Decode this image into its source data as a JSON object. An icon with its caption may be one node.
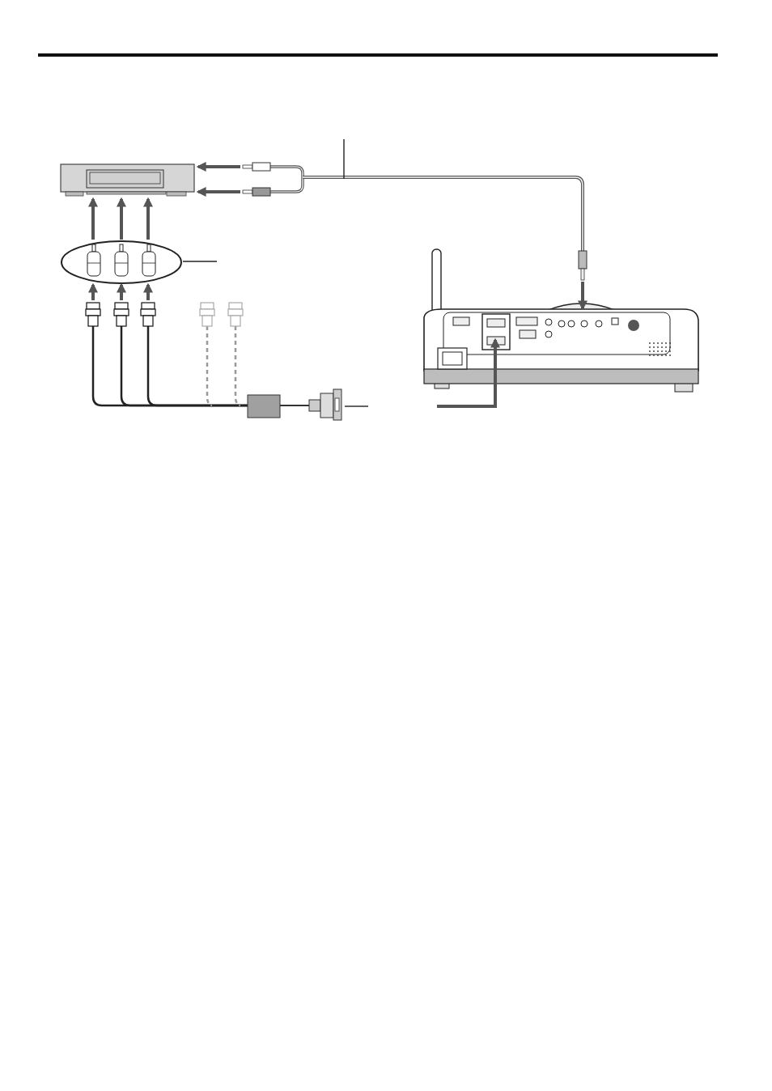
{
  "diagram": {
    "nodes": [
      {
        "text": [],
        "shape": "box"
      },
      {
        "text": [],
        "shape": "ellipse"
      },
      {
        "text": [],
        "shape": "cable"
      },
      {
        "text": [],
        "shape": "cable"
      },
      {
        "text": [],
        "shape": "box"
      }
    ],
    "edges": [
      {
        "from": 1,
        "to": 0,
        "arrow": "to"
      },
      {
        "from": 1,
        "to": 0,
        "arrow": "to"
      },
      {
        "from": 1,
        "to": 0,
        "arrow": "to"
      },
      {
        "from": 2,
        "to": 1,
        "arrow": "to"
      },
      {
        "from": 2,
        "to": 1,
        "arrow": "to"
      },
      {
        "from": 2,
        "to": 1,
        "arrow": "to"
      },
      {
        "from": 3,
        "to": 0,
        "arrow": "to"
      },
      {
        "from": 3,
        "to": 0,
        "arrow": "to"
      },
      {
        "from": 3,
        "to": 4,
        "arrow": "to"
      },
      {
        "from": null,
        "to": 4,
        "arrow": "to"
      },
      {
        "from": 3,
        "to": null,
        "arrow": "none"
      },
      {
        "from": 1,
        "to": null,
        "arrow": "none"
      },
      {
        "from": 2,
        "to": null,
        "arrow": "none"
      }
    ]
  }
}
